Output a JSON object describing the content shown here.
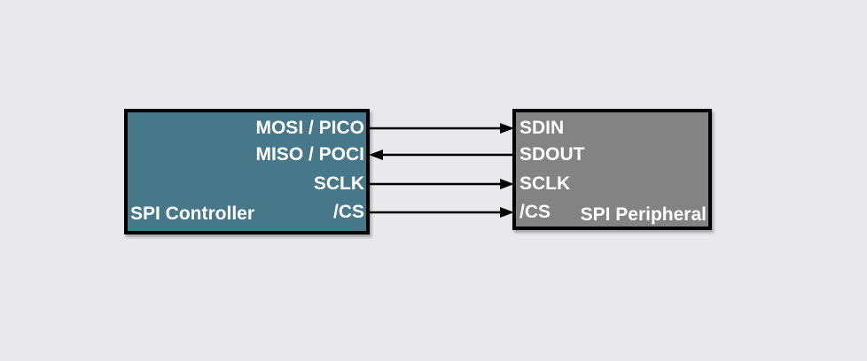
{
  "diagram": {
    "background_color": "#e9e9ed",
    "line_color": "#000000",
    "text_color": "#ffffff",
    "controller": {
      "label": "SPI Controller",
      "fill_color": "#47788a",
      "pins": [
        "MOSI / PICO",
        "MISO / POCI",
        "SCLK",
        "/CS"
      ]
    },
    "peripheral": {
      "label": "SPI Peripheral",
      "fill_color": "#838383",
      "pins": [
        "SDIN",
        "SDOUT",
        "SCLK",
        "/CS"
      ]
    },
    "connections": [
      {
        "from_pin": "MOSI / PICO",
        "to_pin": "SDIN",
        "direction": "controller-to-peripheral"
      },
      {
        "from_pin": "SDOUT",
        "to_pin": "MISO / POCI",
        "direction": "peripheral-to-controller"
      },
      {
        "from_pin": "SCLK",
        "to_pin": "SCLK",
        "direction": "controller-to-peripheral"
      },
      {
        "from_pin": "/CS",
        "to_pin": "/CS",
        "direction": "controller-to-peripheral"
      }
    ]
  }
}
